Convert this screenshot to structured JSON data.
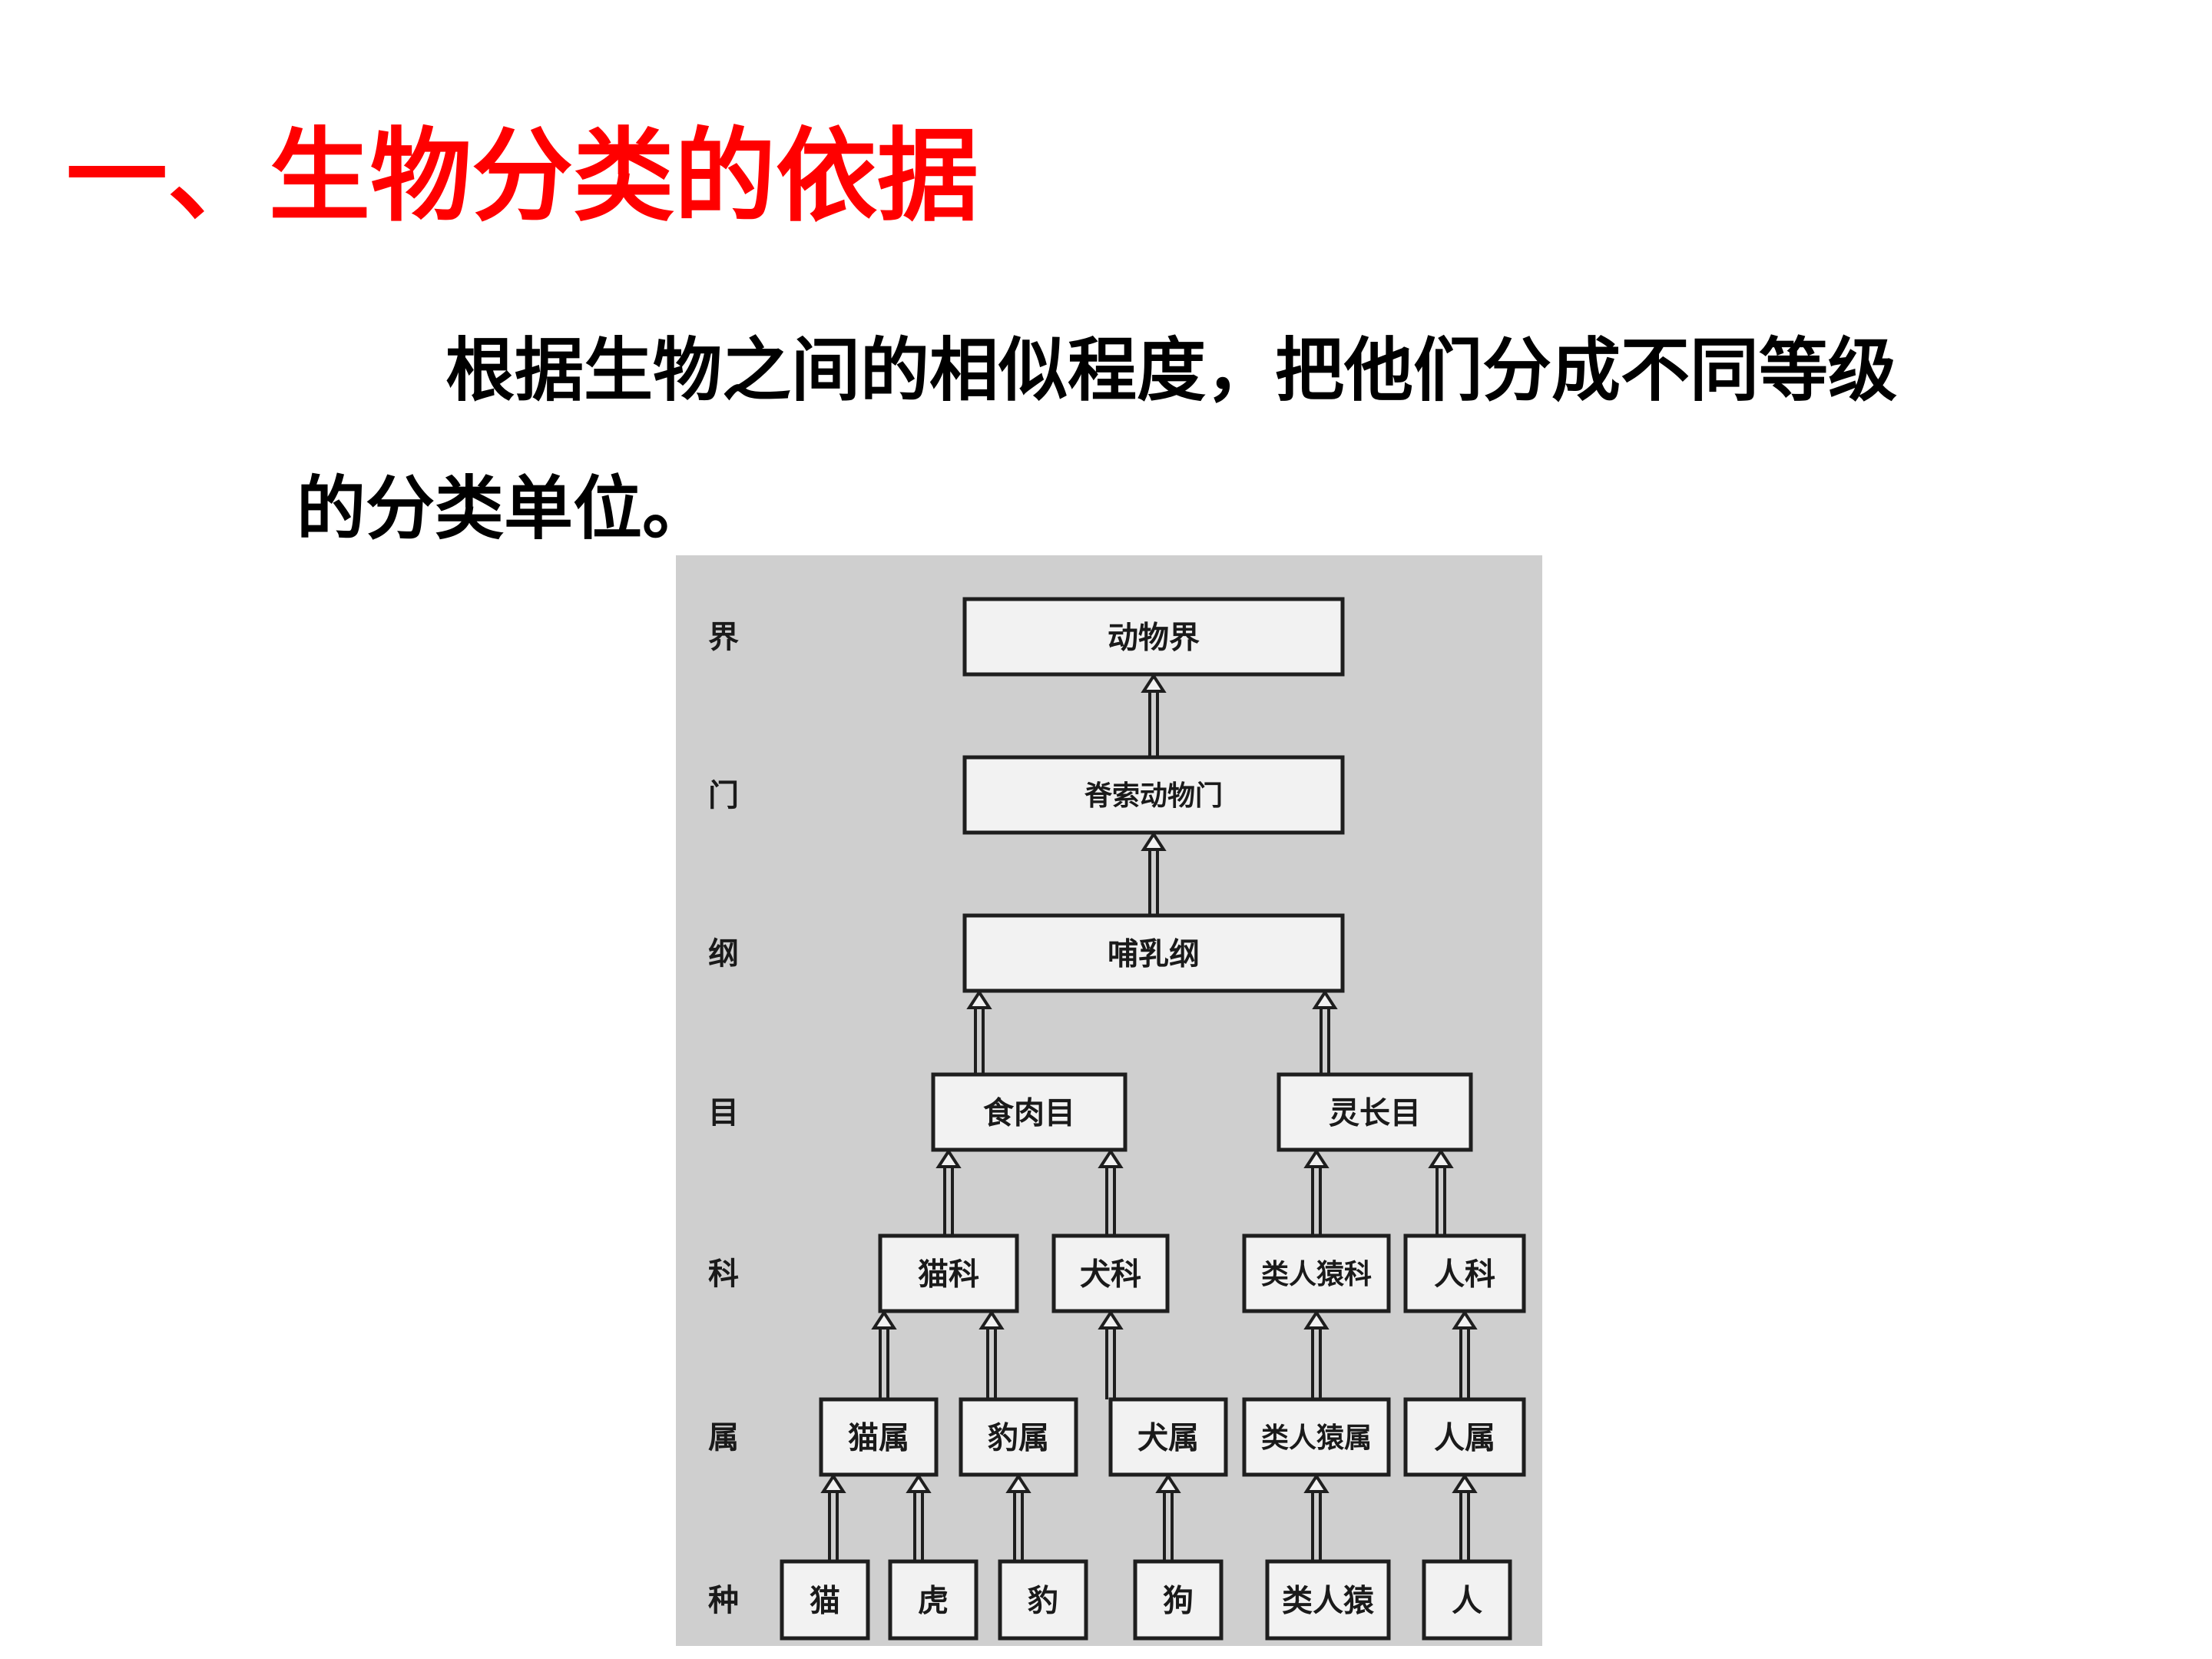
{
  "title": "一、生物分类的依据",
  "description": {
    "line1": "根据生物之间的相似程度，把他们分成不同等级",
    "line2": "的分类单位。"
  },
  "diagram": {
    "ranks": [
      "界",
      "门",
      "纲",
      "目",
      "科",
      "属",
      "种"
    ],
    "nodes": [
      {
        "id": "kingdom",
        "label": "动物界",
        "rank": "界"
      },
      {
        "id": "phylum",
        "label": "脊索动物门",
        "rank": "门",
        "parent": "kingdom"
      },
      {
        "id": "class",
        "label": "哺乳纲",
        "rank": "纲",
        "parent": "phylum"
      },
      {
        "id": "carnivora",
        "label": "食肉目",
        "rank": "目",
        "parent": "class"
      },
      {
        "id": "primates",
        "label": "灵长目",
        "rank": "目",
        "parent": "class"
      },
      {
        "id": "felidae",
        "label": "猫科",
        "rank": "科",
        "parent": "carnivora"
      },
      {
        "id": "canidae",
        "label": "犬科",
        "rank": "科",
        "parent": "carnivora"
      },
      {
        "id": "pongidae",
        "label": "类人猿科",
        "rank": "科",
        "parent": "primates"
      },
      {
        "id": "hominidae",
        "label": "人科",
        "rank": "科",
        "parent": "primates"
      },
      {
        "id": "felis",
        "label": "猫属",
        "rank": "属",
        "parent": "felidae"
      },
      {
        "id": "panthera",
        "label": "豹属",
        "rank": "属",
        "parent": "felidae"
      },
      {
        "id": "canis",
        "label": "犬属",
        "rank": "属",
        "parent": "canidae"
      },
      {
        "id": "ape-genus",
        "label": "类人猿属",
        "rank": "属",
        "parent": "pongidae"
      },
      {
        "id": "homo",
        "label": "人属",
        "rank": "属",
        "parent": "hominidae"
      },
      {
        "id": "cat",
        "label": "猫",
        "rank": "种",
        "parent": "felis"
      },
      {
        "id": "tiger",
        "label": "虎",
        "rank": "种",
        "parent": "felis"
      },
      {
        "id": "leopard",
        "label": "豹",
        "rank": "种",
        "parent": "panthera"
      },
      {
        "id": "dog",
        "label": "狗",
        "rank": "种",
        "parent": "canis"
      },
      {
        "id": "ape",
        "label": "类人猿",
        "rank": "种",
        "parent": "ape-genus"
      },
      {
        "id": "human",
        "label": "人",
        "rank": "种",
        "parent": "homo"
      }
    ]
  },
  "colors": {
    "title": "#ff0000",
    "text": "#000000",
    "figure_background": "#cfcfcf",
    "box_fill": "#f2f2f2",
    "box_stroke": "#1e1e1e"
  }
}
